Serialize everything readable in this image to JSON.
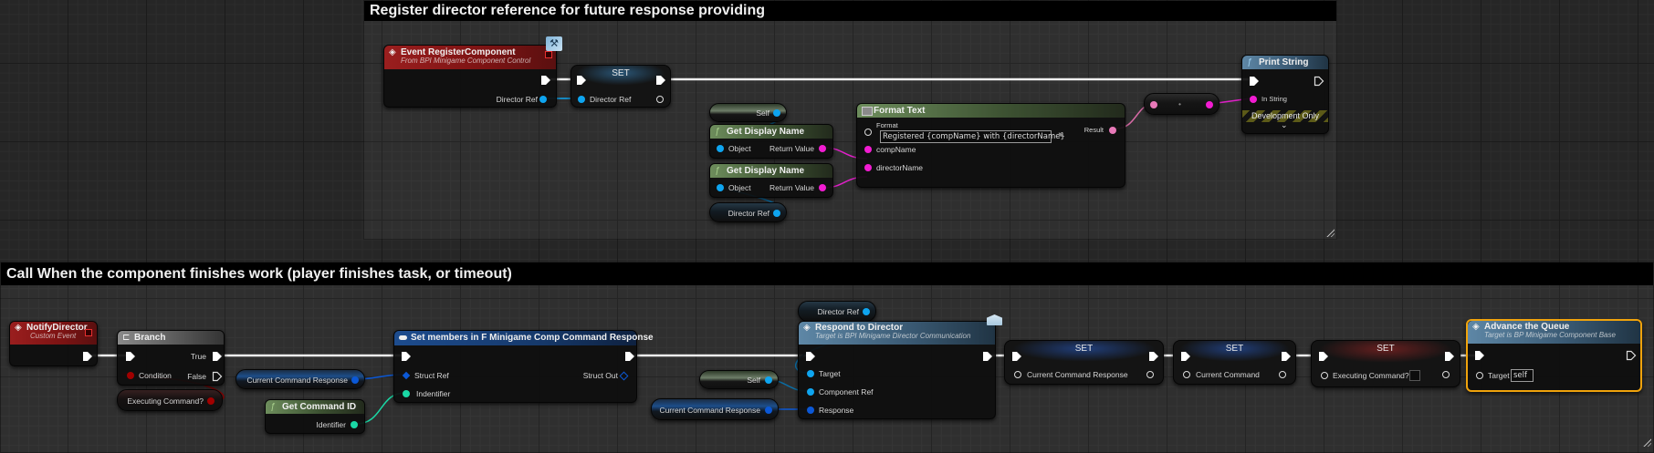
{
  "comments": [
    {
      "id": "top",
      "title": "Register director reference for future response providing"
    },
    {
      "id": "bottom",
      "title": "Call When the component finishes work (player finishes task, or timeout)"
    }
  ],
  "top_graph": {
    "event_register": {
      "title": "Event RegisterComponent",
      "subtitle": "From BPI Minigame Component Control",
      "pin_director_ref": "Director Ref",
      "icon": "interface-event-icon"
    },
    "set_director": {
      "title": "SET",
      "pin_director_ref": "Director Ref"
    },
    "self_getter": {
      "label": "Self"
    },
    "get_display_name_1": {
      "title": "Get Display Name",
      "pin_object": "Object",
      "pin_return": "Return Value"
    },
    "get_display_name_2": {
      "title": "Get Display Name",
      "pin_object": "Object",
      "pin_return": "Return Value"
    },
    "director_ref_getter": {
      "label": "Director Ref"
    },
    "format_text": {
      "title": "Format Text",
      "pin_format": "Format",
      "format_value": "Registered {compName} with {directorName}",
      "pin_comp_name": "compName",
      "pin_director_name": "directorName",
      "pin_result": "Result"
    },
    "conversion": {
      "label": "•"
    },
    "print_string": {
      "title": "Print String",
      "pin_in_string": "In String",
      "dev_only": "Development Only"
    }
  },
  "bottom_graph": {
    "notify_director": {
      "title": "NotifyDirector",
      "subtitle": "Custom Event"
    },
    "branch": {
      "title": "Branch",
      "pin_true": "True",
      "pin_false": "False",
      "pin_condition": "Condition"
    },
    "executing_command_getter": {
      "label": "Executing Command?"
    },
    "ccr_getter_1": {
      "label": "Current Command Response"
    },
    "get_command_id": {
      "title": "Get Command ID",
      "pin_identifier": "Identifier"
    },
    "set_members": {
      "title": "Set members in F Minigame Comp Command Response",
      "pin_struct_ref": "Struct Ref",
      "pin_struct_out": "Struct Out",
      "pin_identifier": "Indentifier"
    },
    "director_ref_getter": {
      "label": "Director Ref"
    },
    "self_getter": {
      "label": "Self"
    },
    "ccr_getter_2": {
      "label": "Current Command Response"
    },
    "respond_to_director": {
      "title": "Respond to Director",
      "subtitle": "Target is BPI Minigame Director Communication",
      "pin_target": "Target",
      "pin_component_ref": "Component Ref",
      "pin_response": "Response"
    },
    "set_ccr": {
      "title": "SET",
      "pin": "Current Command Response"
    },
    "set_current_command": {
      "title": "SET",
      "pin": "Current Command"
    },
    "set_executing": {
      "title": "SET",
      "pin": "Executing Command?",
      "checked": false
    },
    "advance_queue": {
      "title": "Advance the Queue",
      "subtitle": "Target is BP Minigame Component Base",
      "pin_target": "Target",
      "target_value": "self"
    }
  }
}
